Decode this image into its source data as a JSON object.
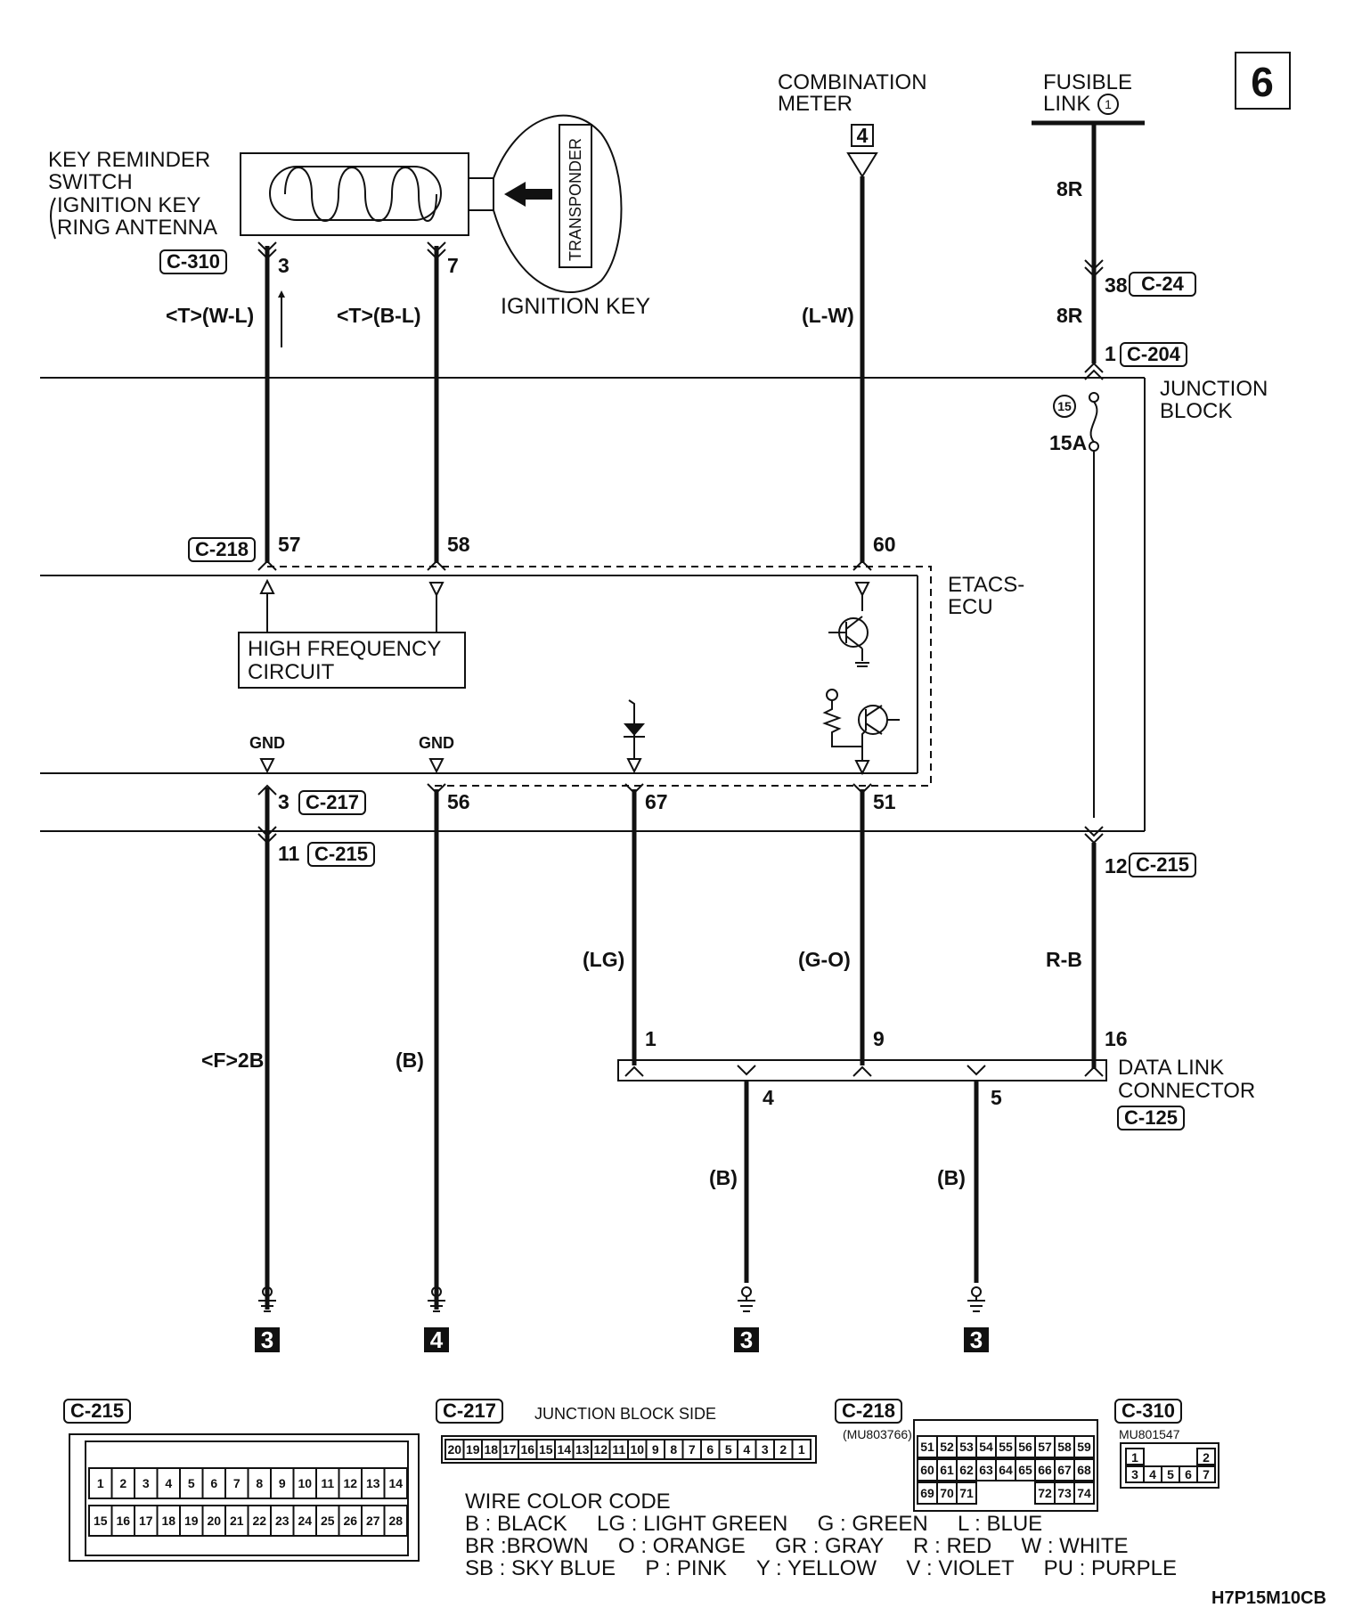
{
  "page_number": "6",
  "components": {
    "key_reminder_switch": [
      "KEY REMINDER",
      "SWITCH",
      "IGNITION KEY",
      "RING ANTENNA"
    ],
    "combination_meter": [
      "COMBINATION",
      "METER"
    ],
    "fusible_link": [
      "FUSIBLE",
      "LINK"
    ],
    "fusible_link_number": "1",
    "ignition_key": "IGNITION KEY",
    "transponder": "TRANSPONDER",
    "junction_block": [
      "JUNCTION",
      "BLOCK"
    ],
    "etacs_ecu": [
      "ETACS-",
      "ECU"
    ],
    "high_frequency_circuit": [
      "HIGH FREQUENCY",
      "CIRCUIT"
    ],
    "data_link_connector": [
      "DATA LINK",
      "CONNECTOR"
    ]
  },
  "connectors": {
    "c310": "C-310",
    "c218": "C-218",
    "c217": "C-217",
    "c215": "C-215",
    "c24": "C-24",
    "c204": "C-204",
    "c125": "C-125"
  },
  "pins": {
    "ks3": "3",
    "ks7": "7",
    "cm4": "4",
    "fl38": "38",
    "jb1": "1",
    "e57": "57",
    "e58": "58",
    "e60": "60",
    "gnd3": "3",
    "e56": "56",
    "e67": "67",
    "e51": "51",
    "c215_11": "11",
    "c215_12": "12",
    "d1": "1",
    "d9": "9",
    "d16": "16",
    "d4": "4",
    "d5": "5"
  },
  "wires": {
    "w1": "<T>(W-L)",
    "w2": "<T>(B-L)",
    "w3": "(L-W)",
    "w4": "8R",
    "w5": "8R",
    "w6": "<F>2B",
    "w7": "(B)",
    "w8": "(LG)",
    "w9": "(G-O)",
    "w10": "R-B",
    "w11": "(B)",
    "w12": "(B)"
  },
  "fuse": {
    "number": "15",
    "rating": "15A"
  },
  "gnd": "GND",
  "ground_points": [
    "3",
    "4",
    "3",
    "3"
  ],
  "legend": {
    "junction_block_side": "JUNCTION BLOCK SIDE",
    "part_c218": "(MU803766)",
    "part_c310": "MU801547",
    "c215_row1": [
      "1",
      "2",
      "3",
      "4",
      "5",
      "6",
      "7",
      "8",
      "9",
      "10",
      "11",
      "12",
      "13",
      "14"
    ],
    "c215_row2": [
      "15",
      "16",
      "17",
      "18",
      "19",
      "20",
      "21",
      "22",
      "23",
      "24",
      "25",
      "26",
      "27",
      "28"
    ],
    "c217_cells": [
      "20",
      "19",
      "18",
      "17",
      "16",
      "15",
      "14",
      "13",
      "12",
      "11",
      "10",
      "9",
      "8",
      "7",
      "6",
      "5",
      "4",
      "3",
      "2",
      "1"
    ],
    "c218_row1": [
      "51",
      "52",
      "53",
      "54",
      "55",
      "56",
      "57",
      "58",
      "59"
    ],
    "c218_row2": [
      "60",
      "61",
      "62",
      "63",
      "64",
      "65",
      "66",
      "67",
      "68"
    ],
    "c218_row3": [
      "69",
      "70",
      "71",
      "72",
      "73",
      "74"
    ],
    "c310_row1": [
      "1",
      "2"
    ],
    "c310_row2": [
      "3",
      "4",
      "5",
      "6",
      "7"
    ]
  },
  "wire_color_code": {
    "title": "WIRE COLOR CODE",
    "line1": "B : BLACK     LG : LIGHT GREEN     G : GREEN     L : BLUE",
    "line2": "BR :BROWN     O : ORANGE     GR : GRAY     R : RED     W : WHITE",
    "line3": "SB : SKY BLUE     P : PINK     Y : YELLOW     V : VIOLET     PU : PURPLE"
  },
  "figure_code": "H7P15M10CB"
}
